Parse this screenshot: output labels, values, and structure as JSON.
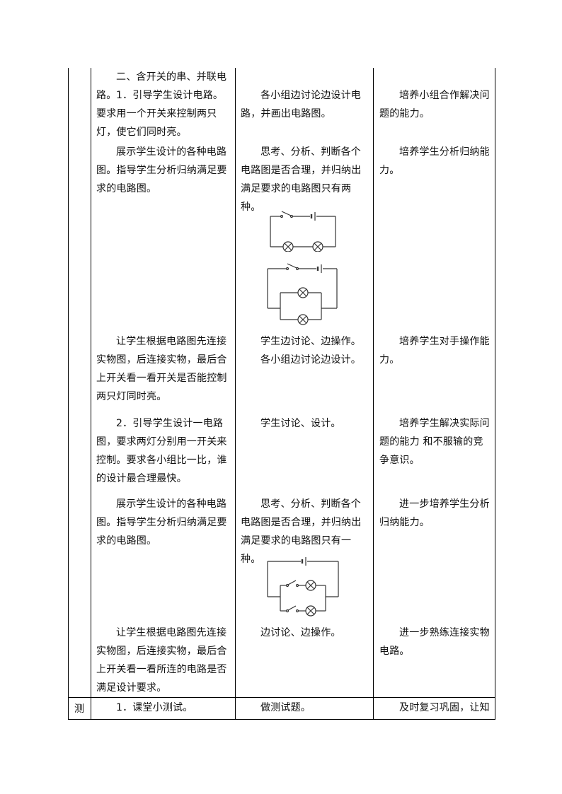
{
  "rows": {
    "main": {
      "col1": [
        "二、含开关的串、并联电路。",
        "1．引导学生设计电路。要求用一个开关来控制两只灯，使它们同时亮。",
        "展示学生设计的各种电路图。指导学生分析归纳满足要求的电路图。",
        "让学生根据电路图先连接实物图，后连接实物，最后合上开关看一看开关是否能控制两只灯同时亮。",
        "2．引导学生设计一电路图，要求两灯分别用一开关来控制。要求各小组比一比，谁的设计最合理最快。",
        "展示学生设计的各种电路图。指导学生分析归纳满足要求的电路图。",
        "让学生根据电路图先连接实物图，后连接实物，最后合上开关看一看所连的电路是否满足设计要求。"
      ],
      "col2": [
        "各小组边讨论边设计电路，并画出电路图。",
        "思考、分析、判断各个电路图是否合理，并归纳出满足要求的电路图只有两种。",
        "学生边讨论、边操作。",
        "各小组边讨论边设计。",
        "学生讨论、设计。",
        "思考、分析、判断各个电路图是否合理，并归纳出满足要求的电路图只有一种。",
        "边讨论、边操作。"
      ],
      "col3": [
        "培养小组合作解决问题的能力。",
        "培养学生分析归纳能力。",
        "培养学生对手操作能力。",
        "培养学生解决实际问题的能力 和不服输的竞争意识。",
        "进一步培养学生分析归纳能力。",
        "进一步熟练连接实物电路。"
      ]
    },
    "test": {
      "label": "测",
      "col1": "1．课堂小测试。",
      "col2": "做测试题。",
      "col3": "及时复习巩固，让知"
    }
  }
}
